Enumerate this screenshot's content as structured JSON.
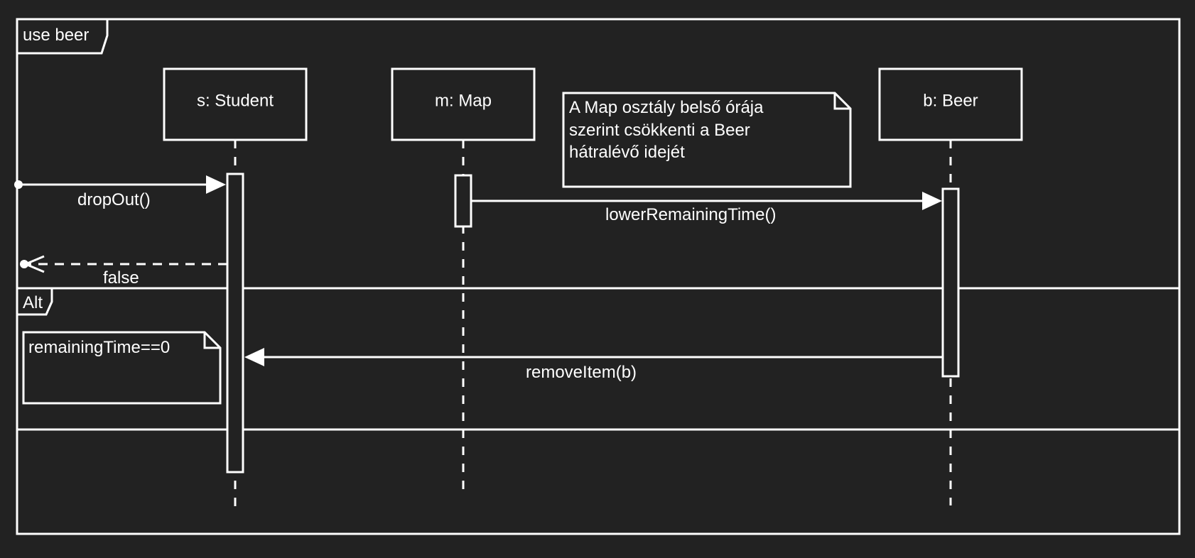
{
  "frame": {
    "label": "use beer"
  },
  "alt": {
    "label": "Alt",
    "guard": "remainingTime==0"
  },
  "lifelines": {
    "student": "s: Student",
    "map": "m: Map",
    "beer": "b: Beer"
  },
  "note": {
    "lines": [
      "A Map osztály belső órája",
      "szerint csökkenti a Beer",
      "hátralévő idejét"
    ]
  },
  "messages": {
    "drop_out": "dropOut()",
    "lower_remaining_time": "lowerRemainingTime()",
    "false_return": "false",
    "remove_item": "removeItem(b)"
  },
  "colors": {
    "background": "#222222",
    "foreground": "#ffffff"
  }
}
